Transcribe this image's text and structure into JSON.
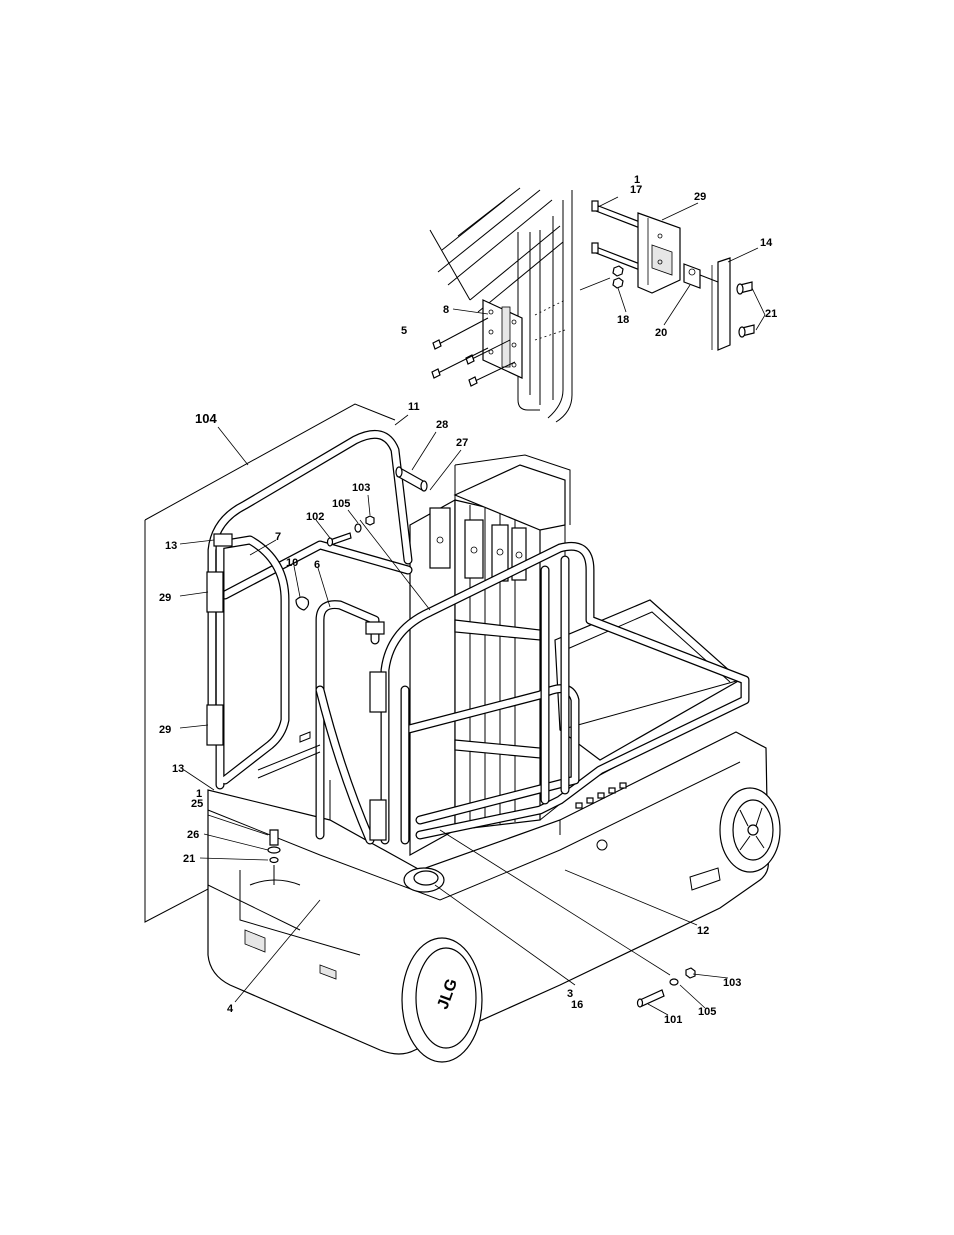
{
  "diagram": {
    "labels": [
      {
        "id": "l1a",
        "text": "1"
      },
      {
        "id": "l17",
        "text": "17"
      },
      {
        "id": "l29a",
        "text": "29"
      },
      {
        "id": "l14",
        "text": "14"
      },
      {
        "id": "l8",
        "text": "8"
      },
      {
        "id": "l5",
        "text": "5"
      },
      {
        "id": "l18",
        "text": "18"
      },
      {
        "id": "l20",
        "text": "20"
      },
      {
        "id": "l21a",
        "text": "21"
      },
      {
        "id": "l104",
        "text": "104"
      },
      {
        "id": "l11",
        "text": "11"
      },
      {
        "id": "l28",
        "text": "28"
      },
      {
        "id": "l27",
        "text": "27"
      },
      {
        "id": "l103a",
        "text": "103"
      },
      {
        "id": "l105a",
        "text": "105"
      },
      {
        "id": "l102",
        "text": "102"
      },
      {
        "id": "l13a",
        "text": "13"
      },
      {
        "id": "l7",
        "text": "7"
      },
      {
        "id": "l10",
        "text": "10"
      },
      {
        "id": "l6",
        "text": "6"
      },
      {
        "id": "l29b",
        "text": "29"
      },
      {
        "id": "l29c",
        "text": "29"
      },
      {
        "id": "l13b",
        "text": "13"
      },
      {
        "id": "l1b",
        "text": "1"
      },
      {
        "id": "l25",
        "text": "25"
      },
      {
        "id": "l26",
        "text": "26"
      },
      {
        "id": "l21b",
        "text": "21"
      },
      {
        "id": "l12",
        "text": "12"
      },
      {
        "id": "l4",
        "text": "4"
      },
      {
        "id": "l3",
        "text": "3"
      },
      {
        "id": "l16",
        "text": "16"
      },
      {
        "id": "l103b",
        "text": "103"
      },
      {
        "id": "l105b",
        "text": "105"
      },
      {
        "id": "l101",
        "text": "101"
      }
    ]
  }
}
